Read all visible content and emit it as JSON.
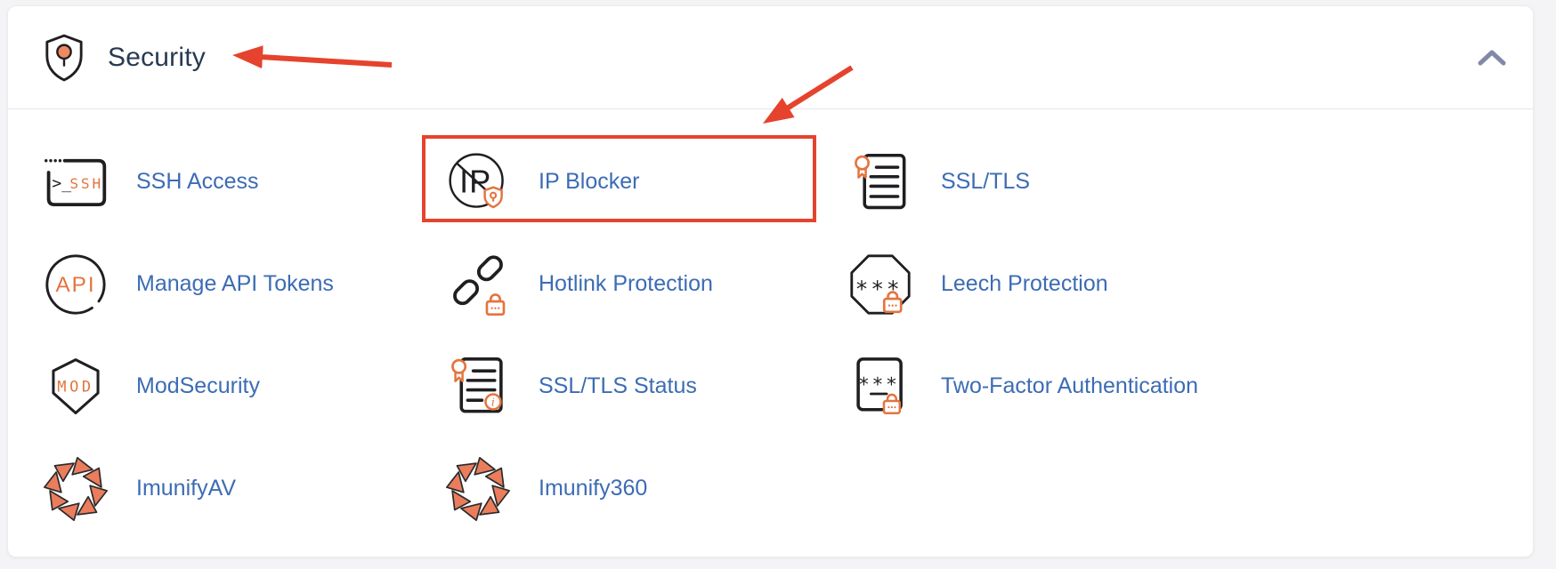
{
  "header": {
    "title": "Security"
  },
  "items": [
    {
      "label": "SSH Access",
      "icon": "ssh-terminal-icon"
    },
    {
      "label": "IP Blocker",
      "icon": "ip-blocked-circle-icon",
      "highlighted": true
    },
    {
      "label": "SSL/TLS",
      "icon": "certificate-document-icon"
    },
    {
      "label": "Manage API Tokens",
      "icon": "api-circle-icon"
    },
    {
      "label": "Hotlink Protection",
      "icon": "broken-link-lock-icon"
    },
    {
      "label": "Leech Protection",
      "icon": "password-octagon-lock-icon"
    },
    {
      "label": "ModSecurity",
      "icon": "mod-shield-icon"
    },
    {
      "label": "SSL/TLS Status",
      "icon": "certificate-info-icon"
    },
    {
      "label": "Two-Factor Authentication",
      "icon": "password-card-lock-icon"
    },
    {
      "label": "ImunifyAV",
      "icon": "imunify-pinwheel-icon"
    },
    {
      "label": "Imunify360",
      "icon": "imunify-pinwheel-icon"
    }
  ],
  "icon_texts": {
    "ssh_prompt": ">_",
    "ssh": "SSH",
    "ip": "IP",
    "api": "API",
    "mod": "MOD",
    "asterisks": "***",
    "info_i": "i"
  },
  "annotations": {
    "arrow_1_points_to": "Security",
    "arrow_2_points_to": "IP Blocker",
    "highlight_box_around": "IP Blocker"
  },
  "colors": {
    "annotation_red": "#e5432d",
    "icon_orange": "#e4743e",
    "icon_dark": "#1f1f22",
    "imunify_coral": "#eb7d5c",
    "link_blue": "#3c6cb4",
    "title_navy": "#273a52",
    "chevron_gray": "#8289a8",
    "page_bg": "#f4f4f6",
    "panel_bg": "#ffffff"
  }
}
